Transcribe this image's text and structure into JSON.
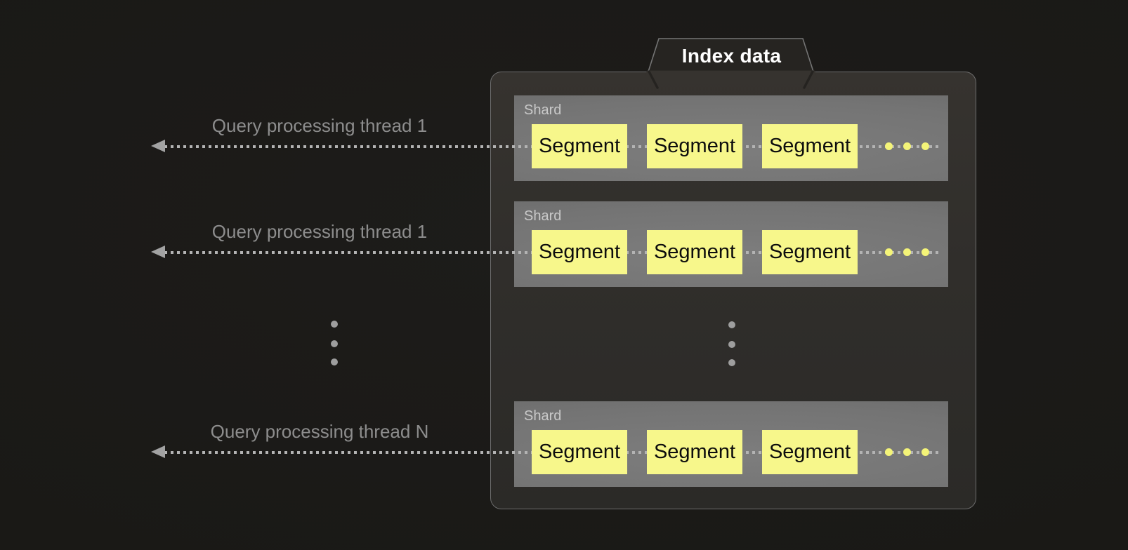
{
  "tab": {
    "label": "Index data"
  },
  "rows": [
    {
      "thread_label": "Query processing thread 1",
      "shard": {
        "label": "Shard",
        "segments": [
          "Segment",
          "Segment",
          "Segment"
        ]
      }
    },
    {
      "thread_label": "Query processing thread 1",
      "shard": {
        "label": "Shard",
        "segments": [
          "Segment",
          "Segment",
          "Segment"
        ]
      }
    },
    {
      "thread_label": "Query processing thread N",
      "shard": {
        "label": "Shard",
        "segments": [
          "Segment",
          "Segment",
          "Segment"
        ]
      }
    }
  ],
  "colors": {
    "container-border": "#6d6d6d",
    "tab-text": "#ffffff",
    "shard-text": "#c9c9c9",
    "segment-fill": "#f7f78b",
    "segment-text": "#0d0d0d",
    "yellow-dot": "#f4f478",
    "dot-line": "#b3b3b3",
    "arrow-head": "#a2a2a2",
    "thread-text": "#8d8d8d",
    "ellipsis-dot": "#9e9e9e"
  }
}
